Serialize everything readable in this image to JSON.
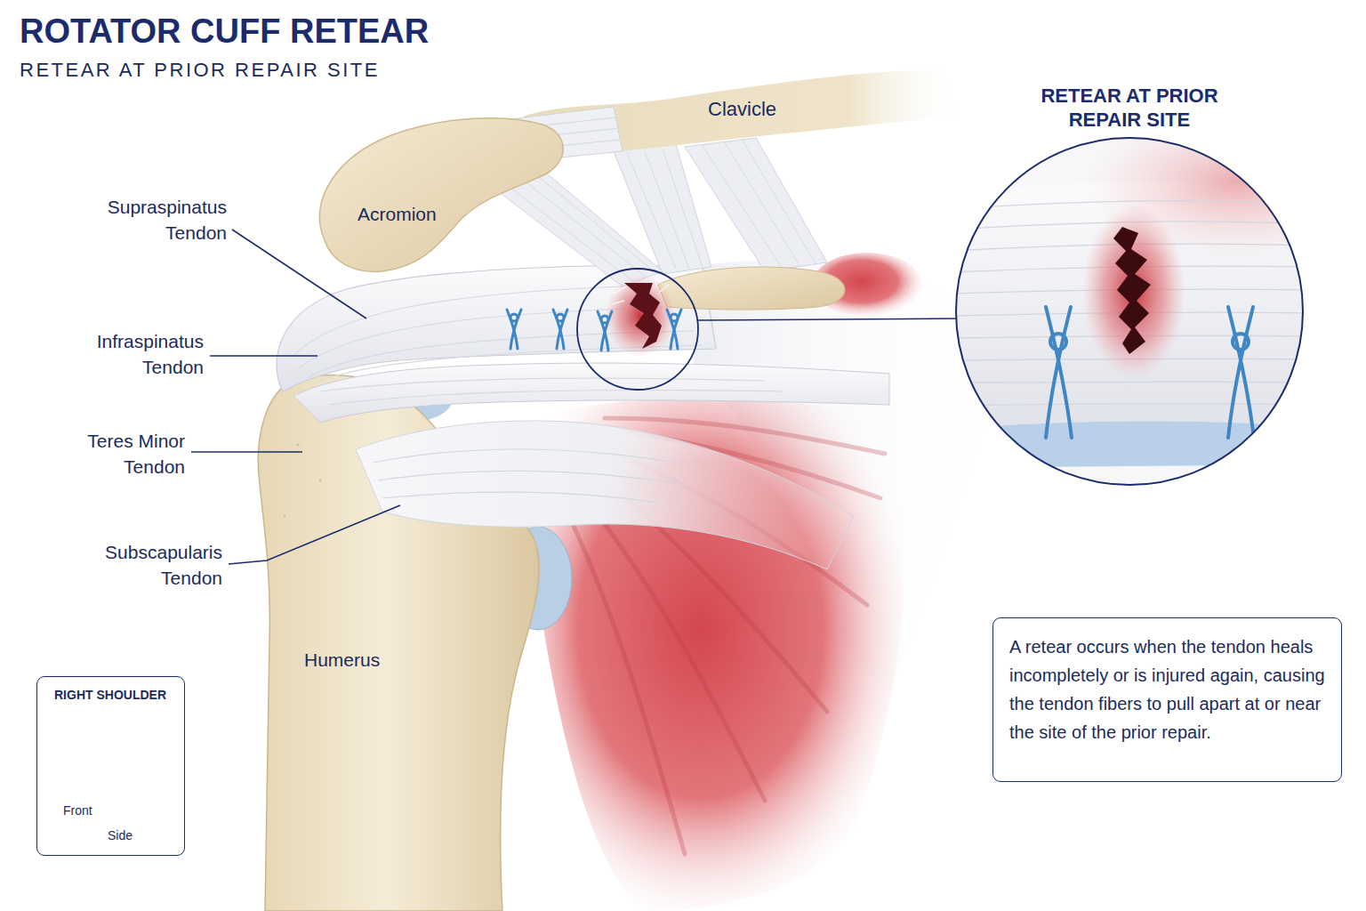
{
  "diagram": {
    "title": "ROTATOR CUFF RETEAR",
    "nodes": [
      {
        "text": [
          "RETEAR AT PRIOR REPAIR SITE"
        ]
      },
      {
        "text": [
          "A retear occurs when the tendon heals incompletely or is injured again, causing the tendon fibers to pull apart at or near the site of the prior repair."
        ]
      },
      {
        "text": [
          "RIGHT SHOULDER",
          "Front",
          "Side"
        ]
      }
    ],
    "labels": [
      "RETEAR AT PRIOR REPAIR SITE",
      "Clavicle",
      "Acromion",
      "Supraspinatus Tendon",
      "Infraspinatus Tendon",
      "Teres Minor Tendon",
      "Subscapularis Tendon",
      "Humerus"
    ]
  }
}
